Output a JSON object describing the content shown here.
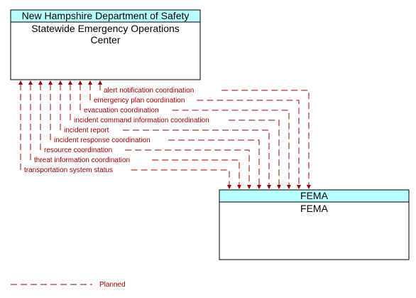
{
  "diagram": {
    "upper_element": {
      "owner": "New Hampshire Department of Safety",
      "name_line1": "Statewide Emergency Operations",
      "name_line2": "Center"
    },
    "lower_element": {
      "owner": "FEMA",
      "name": "FEMA"
    },
    "flows": [
      "alert notification coordination",
      "emergency plan coordination",
      "evacuation coordination",
      "incident command information coordination",
      "incident report",
      "incident response coordination",
      "resource coordination",
      "threat information coordination",
      "transportation system status"
    ],
    "colors": {
      "header_fill": "#b7fffe",
      "planned_line": "#a00000"
    },
    "legend": {
      "planned_label": "Planned"
    }
  }
}
